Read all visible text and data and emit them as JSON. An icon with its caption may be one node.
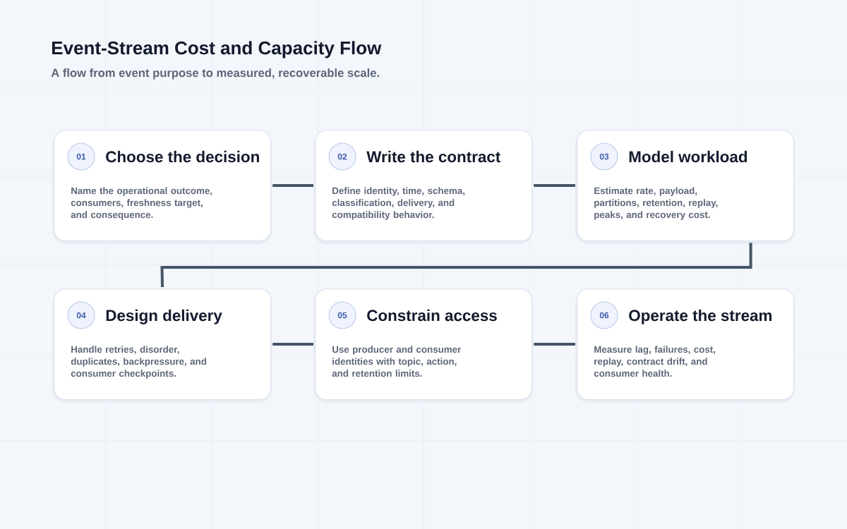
{
  "diagram": {
    "title": "Event-Stream Cost and Capacity Flow",
    "nodes": [
      {
        "text": [
          "Choose the decision",
          "Name the operational outcome, consumers, freshness target, and consequence."
        ]
      },
      {
        "text": [
          "01"
        ],
        "in": 0
      },
      {
        "text": [
          "Write the contract",
          "Define identity, time, schema, classification, delivery, and compatibility behavior."
        ]
      },
      {
        "text": [
          "02"
        ],
        "in": 2
      },
      {
        "text": [
          "Model workload",
          "Estimate rate, payload, partitions, retention, replay, peaks, and recovery cost."
        ]
      },
      {
        "text": [
          "03"
        ],
        "in": 4
      },
      {
        "text": [
          "Design delivery",
          "Handle retries, disorder, duplicates, backpressure, and consumer checkpoints."
        ]
      },
      {
        "text": [
          "04"
        ],
        "in": 6
      },
      {
        "text": [
          "Constrain access",
          "Use producer and consumer identities with topic, action, and retention limits."
        ]
      },
      {
        "text": [
          "05"
        ],
        "in": 8
      },
      {
        "text": [
          "Operate the stream",
          "Measure lag, failures, cost, replay, contract drift, and consumer health."
        ]
      },
      {
        "text": [
          "06"
        ],
        "in": 10
      }
    ],
    "edges": [
      {
        "from": 0,
        "to": 2,
        "arrow": "none"
      },
      {
        "from": 2,
        "to": 4,
        "arrow": "none"
      },
      {
        "from": 4,
        "to": 6,
        "arrow": "none"
      },
      {
        "from": 6,
        "to": 8,
        "arrow": "none"
      },
      {
        "from": 8,
        "to": 10,
        "arrow": "none"
      }
    ],
    "labels": [
      "A flow from event purpose to measured, recoverable scale."
    ]
  }
}
